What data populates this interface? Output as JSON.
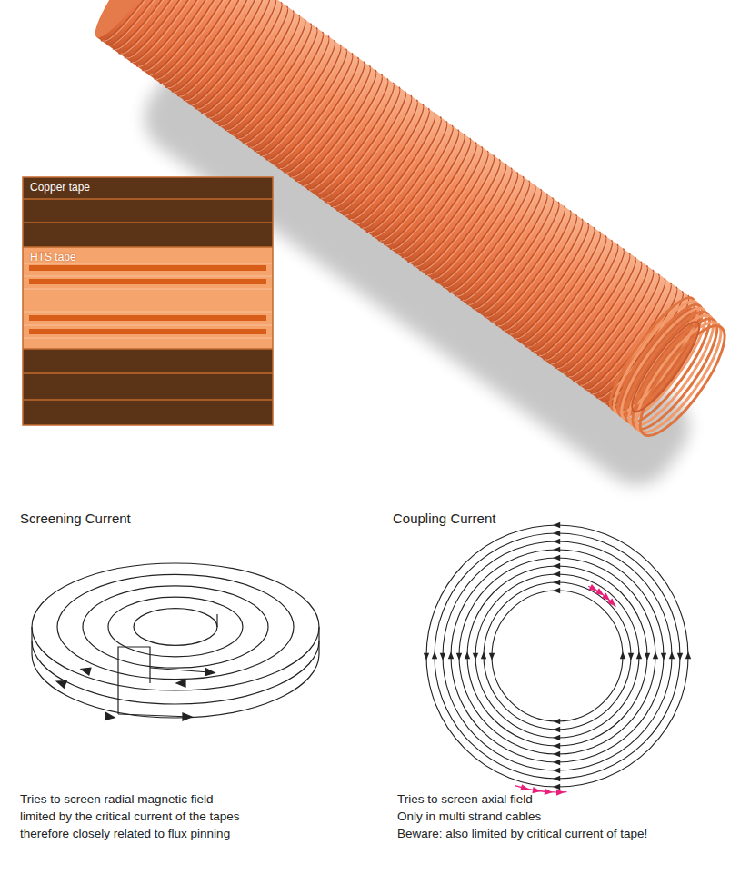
{
  "diagram": {
    "nodes": [
      {
        "text": [
          "Copper tape"
        ]
      },
      {
        "text": [
          "HTS tape"
        ]
      }
    ],
    "labels": [
      "Screening Current",
      "Coupling Current",
      "Tries to screen radial magnetic field",
      "limited by the critical current of the tapes",
      "therefore closely related to flux pinning",
      "Tries to screen axial field",
      "Only in multi strand cables",
      "Beware: also limited by critical current of tape!"
    ]
  }
}
